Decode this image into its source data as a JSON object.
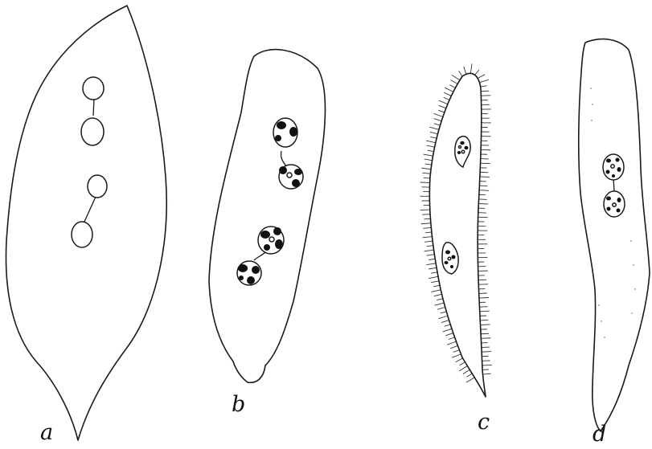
{
  "figures": [
    {
      "id": "a",
      "label": "a"
    },
    {
      "id": "b",
      "label": "b"
    },
    {
      "id": "c",
      "label": "c"
    },
    {
      "id": "d",
      "label": "d"
    }
  ]
}
